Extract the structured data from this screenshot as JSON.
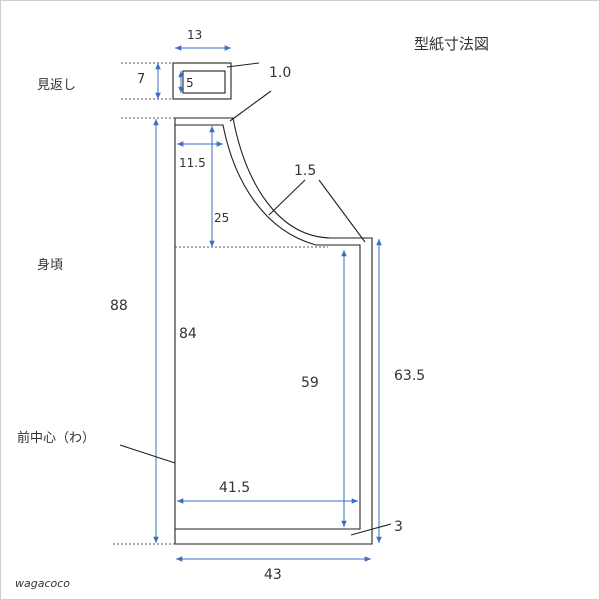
{
  "title": "型紙寸法図",
  "labels": {
    "mikaeshi": "見返し",
    "migoro": "身頃",
    "center_front": "前中心（わ）",
    "watermark": "wagacoco"
  },
  "dimensions": {
    "facing_width": "13",
    "facing_height": "7",
    "facing_inner": "5",
    "seam_allowance_neck": "1.0",
    "neck_width": "11.5",
    "neck_depth": "25",
    "seam_allowance_armhole": "1.5",
    "total_length": "88",
    "finished_length": "84",
    "side_length": "59",
    "side_with_allowance": "63.5",
    "finished_width": "41.5",
    "hem_allowance": "3",
    "total_width": "43"
  },
  "colors": {
    "dimension_line": "#3b6fc2",
    "outline": "#222222"
  }
}
